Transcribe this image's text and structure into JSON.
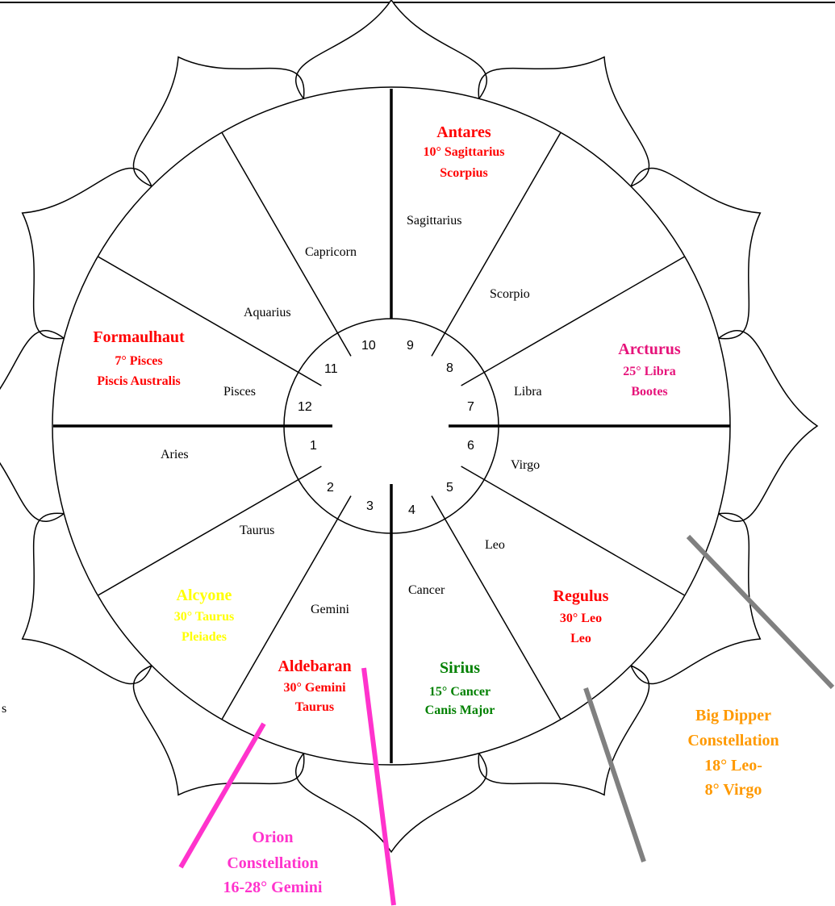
{
  "colors": {
    "star_red": "#ff0000",
    "star_magenta": "#e6137a",
    "star_yellow": "#ffff00",
    "star_green": "#008000",
    "orion_pink": "#ff33cc",
    "dipper_orange": "#ff9900",
    "pointer_gray": "#808080"
  },
  "houses": [
    "1",
    "2",
    "3",
    "4",
    "5",
    "6",
    "7",
    "8",
    "9",
    "10",
    "11",
    "12"
  ],
  "signs": {
    "aries": "Aries",
    "taurus": "Taurus",
    "gemini": "Gemini",
    "cancer": "Cancer",
    "leo": "Leo",
    "virgo": "Virgo",
    "libra": "Libra",
    "scorpio": "Scorpio",
    "sagittarius": "Sagittarius",
    "capricorn": "Capricorn",
    "aquarius": "Aquarius",
    "pisces": "Pisces"
  },
  "stars": {
    "antares": {
      "name": "Antares",
      "degree": "10° Sagittarius",
      "constellation": "Scorpius"
    },
    "arcturus": {
      "name": "Arcturus",
      "degree": "25° Libra",
      "constellation": "Bootes"
    },
    "regulus": {
      "name": "Regulus",
      "degree": "30° Leo",
      "constellation": "Leo"
    },
    "sirius": {
      "name": "Sirius",
      "degree": "15° Cancer",
      "constellation": "Canis Major"
    },
    "aldebaran": {
      "name": "Aldebaran",
      "degree": "30° Gemini",
      "constellation": "Taurus"
    },
    "alcyone": {
      "name": "Alcyone",
      "degree": "30° Taurus",
      "constellation": "Pleiades"
    },
    "formaulhaut": {
      "name": "Formaulhaut",
      "degree": "7° Pisces",
      "constellation": "Piscis Australis"
    }
  },
  "constellations": {
    "orion": {
      "line1": "Orion",
      "line2": "Constellation",
      "line3": "16-28° Gemini"
    },
    "big_dipper": {
      "line1": "Big Dipper",
      "line2": "Constellation",
      "line3": "18° Leo-",
      "line4": "8° Virgo"
    }
  },
  "edge_glyph": "s"
}
